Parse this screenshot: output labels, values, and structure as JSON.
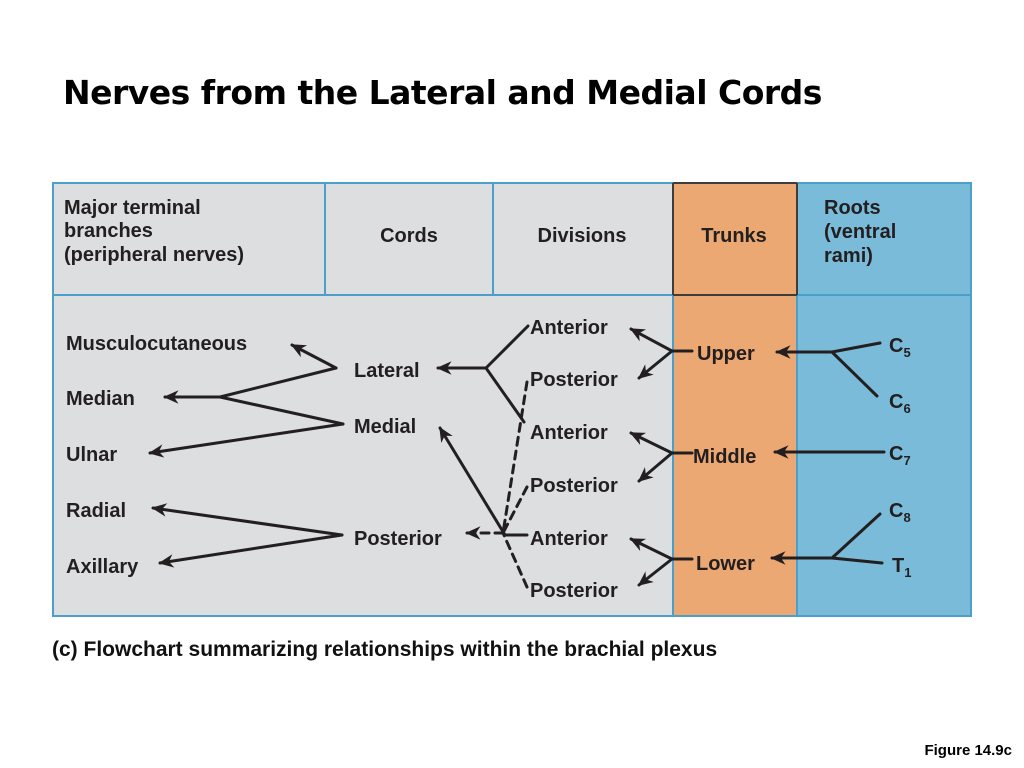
{
  "slide": {
    "title": "Nerves from the Lateral and Medial Cords",
    "caption": "(c) Flowchart summarizing relationships within the brachial plexus",
    "figure_id": "Figure 14.9c"
  },
  "colors": {
    "panel_gray": "#dcdedf",
    "trunks_orange": "#eca873",
    "roots_blue": "#7abbd9",
    "border_blue": "#4a9fcb",
    "ink": "#231f20"
  },
  "headers": {
    "branches": [
      "Major terminal",
      "branches",
      "(peripheral nerves)"
    ],
    "cords": "Cords",
    "divisions": "Divisions",
    "trunks": "Trunks",
    "roots": [
      "Roots",
      "(ventral",
      "rami)"
    ]
  },
  "roots": [
    {
      "letter": "C",
      "sub": "5"
    },
    {
      "letter": "C",
      "sub": "6"
    },
    {
      "letter": "C",
      "sub": "7"
    },
    {
      "letter": "C",
      "sub": "8"
    },
    {
      "letter": "T",
      "sub": "1"
    }
  ],
  "trunks": [
    "Upper",
    "Middle",
    "Lower"
  ],
  "divisions": [
    "Anterior",
    "Posterior",
    "Anterior",
    "Posterior",
    "Anterior",
    "Posterior"
  ],
  "cords": [
    "Lateral",
    "Medial",
    "Posterior"
  ],
  "branches": [
    "Musculocutaneous",
    "Median",
    "Ulnar",
    "Radial",
    "Axillary"
  ]
}
